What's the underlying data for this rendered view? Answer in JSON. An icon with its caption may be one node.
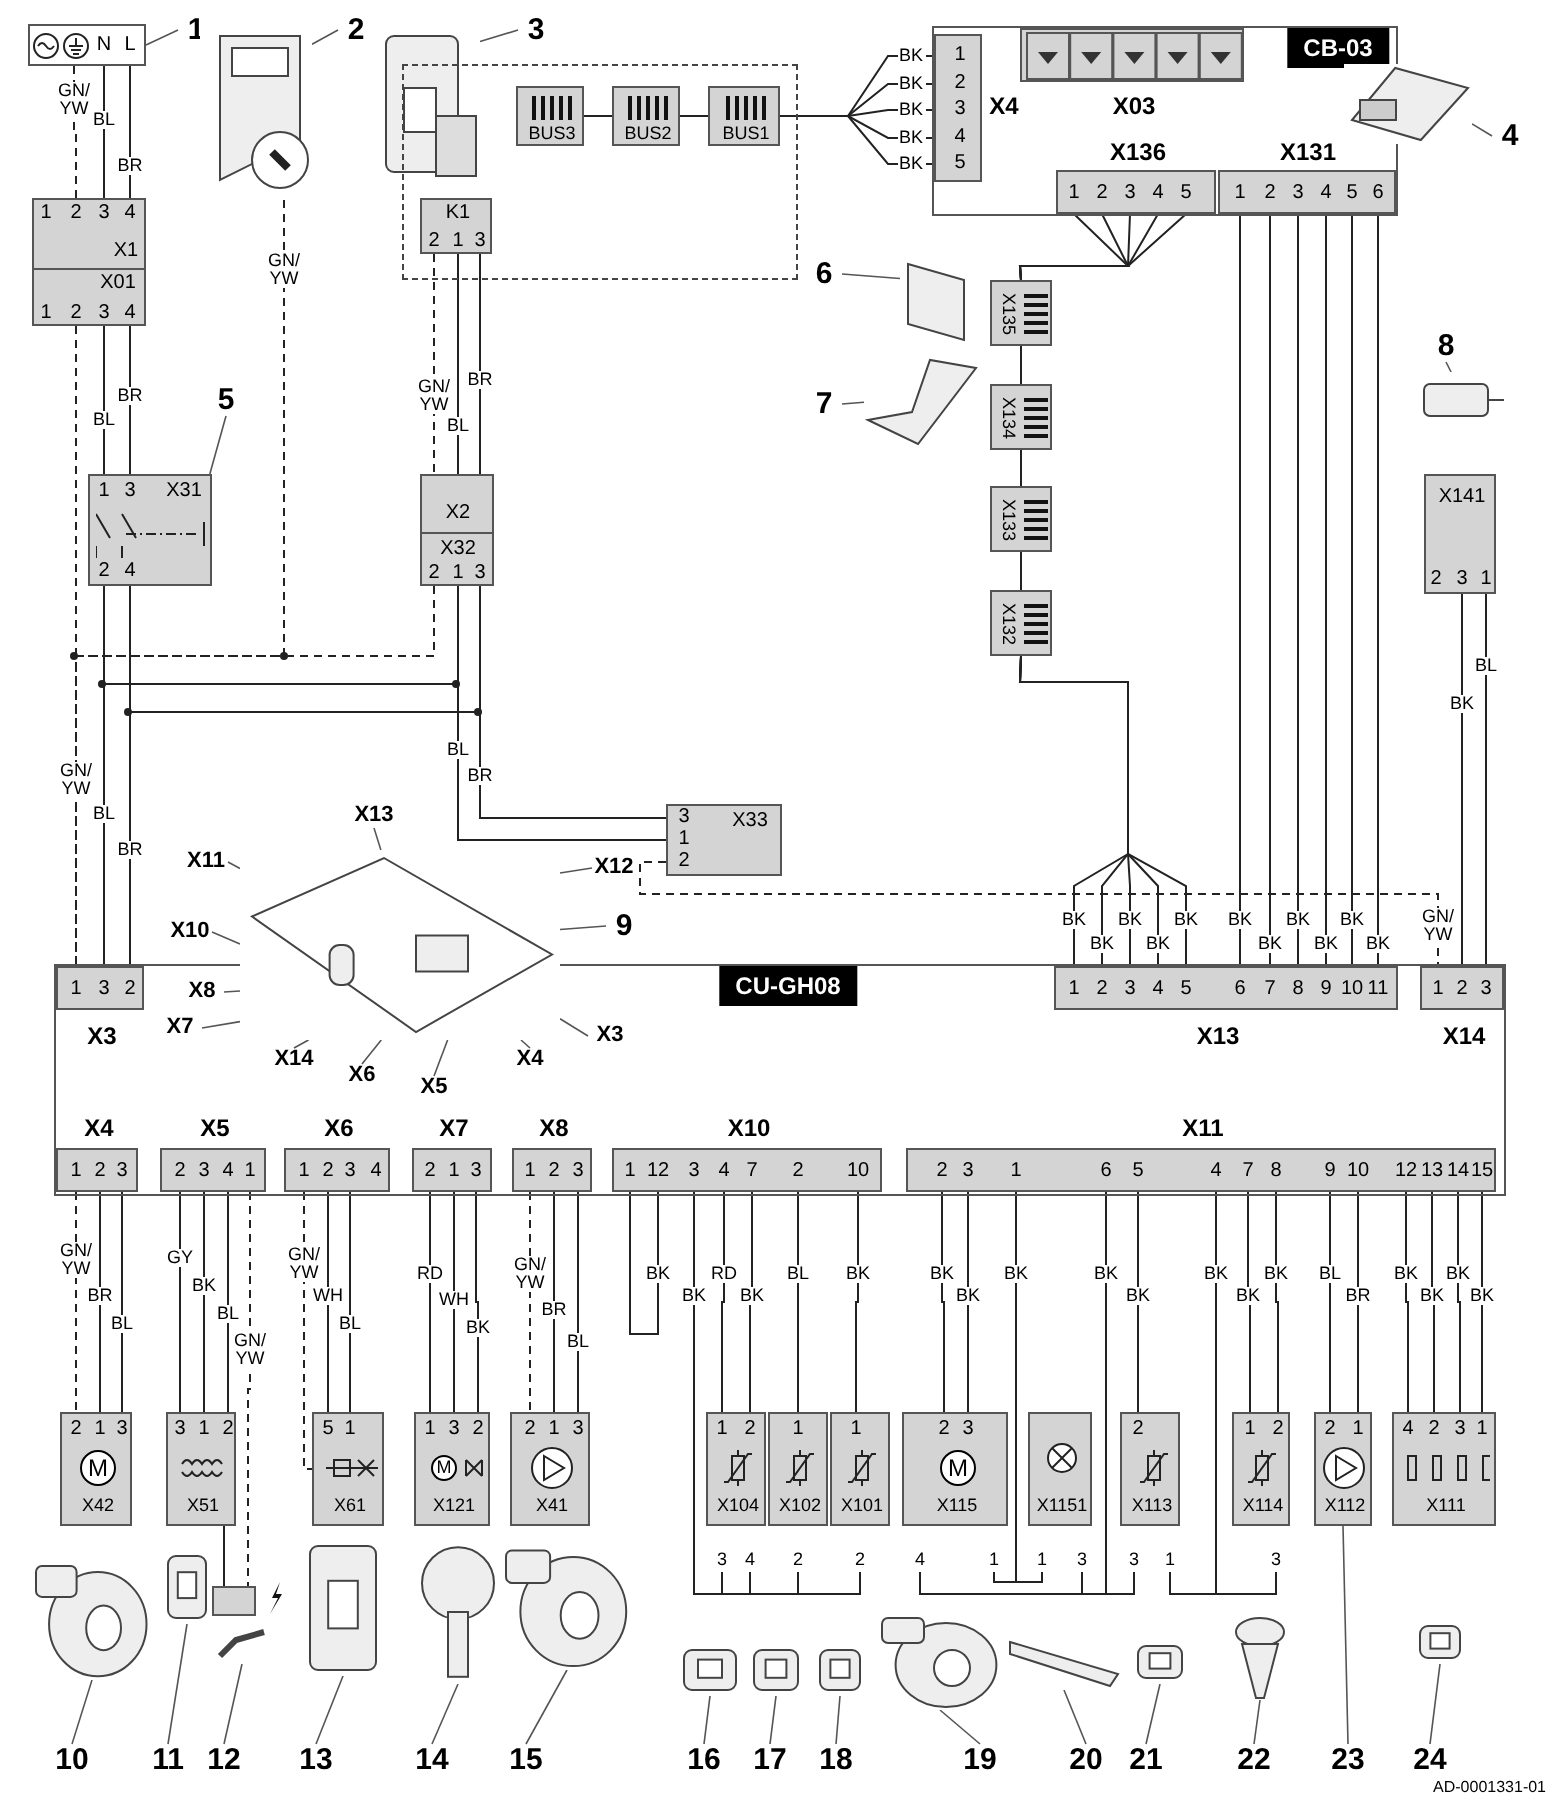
{
  "diagram": {
    "nodes": [
      {
        "text": [
          "N",
          "L"
        ]
      },
      {
        "text": [
          "1"
        ]
      },
      {
        "text": [],
        "shape": "picture"
      },
      {
        "text": [
          "2"
        ]
      },
      {
        "text": [],
        "shape": "picture"
      },
      {
        "text": [
          "3"
        ]
      },
      {
        "text": [],
        "shape": "box"
      },
      {
        "text": [
          "BUS3"
        ],
        "in": 6
      },
      {
        "text": [
          "BUS2"
        ],
        "in": 6
      },
      {
        "text": [
          "BUS1"
        ],
        "in": 6
      },
      {
        "text": [
          "K1",
          "2",
          "1",
          "3"
        ],
        "in": 6
      },
      {
        "text": [
          "CB-03"
        ]
      },
      {
        "text": [
          "1",
          "2",
          "3",
          "4",
          "5",
          "X4"
        ],
        "in": 11
      },
      {
        "text": [
          "X03"
        ],
        "in": 11
      },
      {
        "text": [
          "X136",
          "1",
          "2",
          "3",
          "4",
          "5"
        ],
        "in": 11
      },
      {
        "text": [
          "X131",
          "1",
          "2",
          "3",
          "4",
          "5",
          "6"
        ],
        "in": 11
      },
      {
        "text": [],
        "shape": "picture"
      },
      {
        "text": [
          "4"
        ]
      },
      {
        "text": [
          "1",
          "2",
          "3",
          "4",
          "X1",
          "X01",
          "1",
          "2",
          "3",
          "4"
        ]
      },
      {
        "text": [
          "6"
        ]
      },
      {
        "text": [],
        "shape": "picture"
      },
      {
        "text": [
          "7"
        ]
      },
      {
        "text": [],
        "shape": "picture"
      },
      {
        "text": [
          "X135"
        ]
      },
      {
        "text": [
          "X134"
        ]
      },
      {
        "text": [
          "X133"
        ]
      },
      {
        "text": [
          "X132"
        ]
      },
      {
        "text": [
          "5"
        ]
      },
      {
        "text": [
          "1",
          "3",
          "X31",
          "2",
          "4"
        ]
      },
      {
        "text": [
          "X2",
          "X32",
          "2",
          "1",
          "3"
        ]
      },
      {
        "text": [
          "8"
        ]
      },
      {
        "text": [],
        "shape": "picture"
      },
      {
        "text": [
          "X141",
          "2",
          "3",
          "1"
        ]
      },
      {
        "text": [
          "3",
          "1",
          "2",
          "X33"
        ]
      },
      {
        "text": [
          "CU-GH08"
        ]
      },
      {
        "text": [
          "1",
          "3",
          "2",
          "X3"
        ],
        "in": 34
      },
      {
        "text": [
          "1",
          "2",
          "3",
          "4",
          "5",
          "6",
          "7",
          "8",
          "9",
          "10",
          "11",
          "X13"
        ],
        "in": 34
      },
      {
        "text": [
          "1",
          "2",
          "3",
          "X14"
        ],
        "in": 34
      },
      {
        "text": [],
        "shape": "picture"
      },
      {
        "text": [
          "9"
        ]
      },
      {
        "text": [
          "X13"
        ]
      },
      {
        "text": [
          "X11"
        ]
      },
      {
        "text": [
          "X12"
        ]
      },
      {
        "text": [
          "X10"
        ]
      },
      {
        "text": [
          "X8"
        ],
        "in": 34
      },
      {
        "text": [
          "X7"
        ],
        "in": 34
      },
      {
        "text": [
          "X3"
        ],
        "in": 34
      },
      {
        "text": [
          "X14"
        ],
        "in": 34
      },
      {
        "text": [
          "X4"
        ],
        "in": 34
      },
      {
        "text": [
          "X6"
        ],
        "in": 34
      },
      {
        "text": [
          "X5"
        ],
        "in": 34
      },
      {
        "text": [
          "X4",
          "1",
          "2",
          "3"
        ],
        "in": 34
      },
      {
        "text": [
          "X5",
          "2",
          "3",
          "4",
          "1"
        ],
        "in": 34
      },
      {
        "text": [
          "X6",
          "1",
          "2",
          "3",
          "4"
        ],
        "in": 34
      },
      {
        "text": [
          "X7",
          "2",
          "1",
          "3"
        ],
        "in": 34
      },
      {
        "text": [
          "X8",
          "1",
          "2",
          "3"
        ],
        "in": 34
      },
      {
        "text": [
          "X10",
          "1",
          "12",
          "3",
          "4",
          "7",
          "2",
          "10"
        ],
        "in": 34
      },
      {
        "text": [
          "X11",
          "2",
          "3",
          "1",
          "6",
          "5",
          "4",
          "7",
          "8",
          "9",
          "10",
          "12",
          "13",
          "14",
          "15"
        ],
        "in": 34
      },
      {
        "text": [
          "2",
          "1",
          "3",
          "M",
          "X42"
        ]
      },
      {
        "text": [
          "3",
          "1",
          "2",
          "X51"
        ]
      },
      {
        "text": [
          "5",
          "1",
          "X61"
        ]
      },
      {
        "text": [
          "1",
          "3",
          "2",
          "M",
          "X121"
        ]
      },
      {
        "text": [
          "2",
          "1",
          "3",
          "X41"
        ]
      },
      {
        "text": [
          "1",
          "2",
          "X104",
          "3",
          "4"
        ]
      },
      {
        "text": [
          "1",
          "X102",
          "2"
        ]
      },
      {
        "text": [
          "1",
          "X101",
          "2"
        ]
      },
      {
        "text": [
          "2",
          "3",
          "M",
          "X115",
          "4",
          "1"
        ]
      },
      {
        "text": [
          "X1151",
          "1",
          "3"
        ]
      },
      {
        "text": [
          "2",
          "X113",
          "3",
          "1"
        ]
      },
      {
        "text": [
          "1",
          "2",
          "X114",
          "3"
        ]
      },
      {
        "text": [
          "2",
          "1",
          "X112"
        ]
      },
      {
        "text": [
          "4",
          "2",
          "3",
          "1",
          "X111"
        ]
      },
      {
        "text": [],
        "shape": "box"
      },
      {
        "text": [],
        "shape": "picture"
      },
      {
        "text": [],
        "shape": "picture"
      },
      {
        "text": [],
        "shape": "picture"
      },
      {
        "text": [],
        "shape": "picture"
      },
      {
        "text": [],
        "shape": "picture"
      },
      {
        "text": [],
        "shape": "picture"
      },
      {
        "text": [],
        "shape": "picture"
      },
      {
        "text": [],
        "shape": "picture"
      },
      {
        "text": [],
        "shape": "picture"
      },
      {
        "text": [],
        "shape": "picture"
      },
      {
        "text": [],
        "shape": "picture"
      },
      {
        "text": [],
        "shape": "picture"
      },
      {
        "text": [],
        "shape": "picture"
      },
      {
        "text": [],
        "shape": "picture"
      },
      {
        "text": [
          "10"
        ]
      },
      {
        "text": [
          "11"
        ]
      },
      {
        "text": [
          "12"
        ]
      },
      {
        "text": [
          "13"
        ]
      },
      {
        "text": [
          "14"
        ]
      },
      {
        "text": [
          "15"
        ]
      },
      {
        "text": [
          "16"
        ]
      },
      {
        "text": [
          "17"
        ]
      },
      {
        "text": [
          "18"
        ]
      },
      {
        "text": [
          "19"
        ]
      },
      {
        "text": [
          "20"
        ]
      },
      {
        "text": [
          "21"
        ]
      },
      {
        "text": [
          "22"
        ]
      },
      {
        "text": [
          "23"
        ]
      },
      {
        "text": [
          "24"
        ]
      }
    ],
    "edges": [
      {
        "from": 1,
        "to": 0,
        "arrow": "none"
      },
      {
        "from": 3,
        "to": 2,
        "arrow": "none"
      },
      {
        "from": 5,
        "to": 4,
        "arrow": "none"
      },
      {
        "from": 17,
        "to": 16,
        "arrow": "none"
      },
      {
        "from": 19,
        "to": 20,
        "arrow": "none"
      },
      {
        "from": 21,
        "to": 22,
        "arrow": "none"
      },
      {
        "from": 27,
        "to": 28,
        "arrow": "none"
      },
      {
        "from": 30,
        "to": 31,
        "arrow": "none"
      },
      {
        "from": 39,
        "to": 38,
        "arrow": "none"
      },
      {
        "from": 40,
        "to": 38,
        "arrow": "none"
      },
      {
        "from": 41,
        "to": 38,
        "arrow": "none"
      },
      {
        "from": 42,
        "to": 38,
        "arrow": "none"
      },
      {
        "from": 43,
        "to": 38,
        "arrow": "none"
      },
      {
        "from": 44,
        "to": 38,
        "arrow": "none"
      },
      {
        "from": 45,
        "to": 38,
        "arrow": "none"
      },
      {
        "from": 46,
        "to": 38,
        "arrow": "none"
      },
      {
        "from": 47,
        "to": 38,
        "arrow": "none"
      },
      {
        "from": 48,
        "to": 38,
        "arrow": "none"
      },
      {
        "from": 49,
        "to": 38,
        "arrow": "none"
      },
      {
        "from": 50,
        "to": 38,
        "arrow": "none"
      },
      {
        "from": 87,
        "to": 73,
        "arrow": "none"
      },
      {
        "from": 88,
        "to": 74,
        "arrow": "none"
      },
      {
        "from": 89,
        "to": 75,
        "arrow": "none"
      },
      {
        "from": 90,
        "to": 76,
        "arrow": "none"
      },
      {
        "from": 91,
        "to": 77,
        "arrow": "none"
      },
      {
        "from": 92,
        "to": 78,
        "arrow": "none"
      },
      {
        "from": 93,
        "to": 79,
        "arrow": "none"
      },
      {
        "from": 94,
        "to": 80,
        "arrow": "none"
      },
      {
        "from": 95,
        "to": 81,
        "arrow": "none"
      },
      {
        "from": 96,
        "to": 82,
        "arrow": "none"
      },
      {
        "from": 97,
        "to": 83,
        "arrow": "none"
      },
      {
        "from": 98,
        "to": 84,
        "arrow": "none"
      },
      {
        "from": 99,
        "to": 85,
        "arrow": "none"
      },
      {
        "from": 100,
        "to": 70,
        "arrow": "none"
      },
      {
        "from": 101,
        "to": 86,
        "arrow": "none"
      },
      {
        "from": 0,
        "to": 18,
        "arrow": "none",
        "label": "GN/YW",
        "style": "dashed"
      },
      {
        "from": 0,
        "to": 18,
        "arrow": "none",
        "label": "BL"
      },
      {
        "from": 0,
        "to": 18,
        "arrow": "none",
        "label": "BR"
      },
      {
        "from": 18,
        "to": 28,
        "arrow": "none",
        "label": "BL"
      },
      {
        "from": 18,
        "to": 28,
        "arrow": "none",
        "label": "BR"
      },
      {
        "from": 18,
        "to": 35,
        "arrow": "none",
        "label": "GN/YW",
        "style": "dashed"
      },
      {
        "from": 28,
        "to": 35,
        "arrow": "none",
        "label": "BL"
      },
      {
        "from": 28,
        "to": 35,
        "arrow": "none",
        "label": "BR"
      },
      {
        "from": 2,
        "to": 35,
        "arrow": "none",
        "label": "GN/YW",
        "style": "dashed"
      },
      {
        "from": 10,
        "to": 29,
        "arrow": "none",
        "label": "GN/YW",
        "style": "dashed"
      },
      {
        "from": 10,
        "to": 29,
        "arrow": "none",
        "label": "BL"
      },
      {
        "from": 10,
        "to": 29,
        "arrow": "none",
        "label": "BR"
      },
      {
        "from": 29,
        "to": 35,
        "arrow": "none",
        "style": "dashed"
      },
      {
        "from": 29,
        "to": 35,
        "arrow": "none"
      },
      {
        "from": 29,
        "to": 35,
        "arrow": "none"
      },
      {
        "from": 29,
        "to": 33,
        "arrow": "none",
        "label": "BL"
      },
      {
        "from": 29,
        "to": 33,
        "arrow": "none",
        "label": "BR"
      },
      {
        "from": 33,
        "to": 37,
        "arrow": "none",
        "label": "GN/YW",
        "style": "dashed"
      },
      {
        "from": 7,
        "to": 8,
        "arrow": "none"
      },
      {
        "from": 8,
        "to": 9,
        "arrow": "none"
      },
      {
        "from": 9,
        "to": 12,
        "arrow": "none",
        "label": "BK"
      },
      {
        "from": 9,
        "to": 12,
        "arrow": "none",
        "label": "BK"
      },
      {
        "from": 9,
        "to": 12,
        "arrow": "none",
        "label": "BK"
      },
      {
        "from": 9,
        "to": 12,
        "arrow": "none",
        "label": "BK"
      },
      {
        "from": 9,
        "to": 12,
        "arrow": "none",
        "label": "BK"
      },
      {
        "from": 14,
        "to": 23,
        "arrow": "none"
      },
      {
        "from": 14,
        "to": 23,
        "arrow": "none"
      },
      {
        "from": 14,
        "to": 23,
        "arrow": "none"
      },
      {
        "from": 14,
        "to": 23,
        "arrow": "none"
      },
      {
        "from": 14,
        "to": 23,
        "arrow": "none"
      },
      {
        "from": 23,
        "to": 24,
        "arrow": "none"
      },
      {
        "from": 24,
        "to": 25,
        "arrow": "none"
      },
      {
        "from": 25,
        "to": 26,
        "arrow": "none"
      },
      {
        "from": 26,
        "to": 36,
        "arrow": "none",
        "label": "BK"
      },
      {
        "from": 26,
        "to": 36,
        "arrow": "none",
        "label": "BK"
      },
      {
        "from": 26,
        "to": 36,
        "arrow": "none",
        "label": "BK"
      },
      {
        "from": 26,
        "to": 36,
        "arrow": "none",
        "label": "BK"
      },
      {
        "from": 26,
        "to": 36,
        "arrow": "none",
        "label": "BK"
      },
      {
        "from": 15,
        "to": 36,
        "arrow": "none",
        "label": "BK"
      },
      {
        "from": 15,
        "to": 36,
        "arrow": "none",
        "label": "BK"
      },
      {
        "from": 15,
        "to": 36,
        "arrow": "none",
        "label": "BK"
      },
      {
        "from": 15,
        "to": 36,
        "arrow": "none",
        "label": "BK"
      },
      {
        "from": 15,
        "to": 36,
        "arrow": "none",
        "label": "BK"
      },
      {
        "from": 15,
        "to": 36,
        "arrow": "none",
        "label": "BK"
      },
      {
        "from": 32,
        "to": 37,
        "arrow": "none",
        "label": "BK"
      },
      {
        "from": 32,
        "to": 37,
        "arrow": "none",
        "label": "BL"
      },
      {
        "from": 51,
        "to": 58,
        "arrow": "none",
        "label": "GN/YW",
        "style": "dashed"
      },
      {
        "from": 51,
        "to": 58,
        "arrow": "none",
        "label": "BR"
      },
      {
        "from": 51,
        "to": 58,
        "arrow": "none",
        "label": "BL"
      },
      {
        "from": 52,
        "to": 59,
        "arrow": "none",
        "label": "GY"
      },
      {
        "from": 52,
        "to": 59,
        "arrow": "none",
        "label": "BK"
      },
      {
        "from": 52,
        "to": 59,
        "arrow": "none",
        "label": "BL"
      },
      {
        "from": 52,
        "to": 72,
        "arrow": "none",
        "label": "GN/YW",
        "style": "dashed"
      },
      {
        "from": 59,
        "to": 72,
        "arrow": "none"
      },
      {
        "from": 53,
        "to": 60,
        "arrow": "none",
        "label": "GN/YW",
        "style": "dashed"
      },
      {
        "from": 53,
        "to": 60,
        "arrow": "none",
        "label": "WH"
      },
      {
        "from": 53,
        "to": 60,
        "arrow": "none",
        "label": "BL"
      },
      {
        "from": 54,
        "to": 61,
        "arrow": "none",
        "label": "RD"
      },
      {
        "from": 54,
        "to": 61,
        "arrow": "none",
        "label": "WH"
      },
      {
        "from": 54,
        "to": 61,
        "arrow": "none",
        "label": "BK"
      },
      {
        "from": 55,
        "to": 62,
        "arrow": "none",
        "label": "GN/YW",
        "style": "dashed"
      },
      {
        "from": 55,
        "to": 62,
        "arrow": "none",
        "label": "BR"
      },
      {
        "from": 55,
        "to": 62,
        "arrow": "none",
        "label": "BL"
      },
      {
        "from": 56,
        "to": 56,
        "arrow": "none",
        "label": "BK"
      },
      {
        "from": 56,
        "to": 63,
        "arrow": "none",
        "label": "BK"
      },
      {
        "from": 56,
        "to": 63,
        "arrow": "none"
      },
      {
        "from": 56,
        "to": 64,
        "arrow": "none"
      },
      {
        "from": 56,
        "to": 65,
        "arrow": "none"
      },
      {
        "from": 56,
        "to": 63,
        "arrow": "none",
        "label": "RD"
      },
      {
        "from": 56,
        "to": 63,
        "arrow": "none",
        "label": "BK"
      },
      {
        "from": 56,
        "to": 64,
        "arrow": "none",
        "label": "BL"
      },
      {
        "from": 56,
        "to": 65,
        "arrow": "none",
        "label": "BK"
      },
      {
        "from": 57,
        "to": 66,
        "arrow": "none",
        "label": "BK"
      },
      {
        "from": 57,
        "to": 66,
        "arrow": "none",
        "label": "BK"
      },
      {
        "from": 57,
        "to": 66,
        "arrow": "none",
        "label": "BK"
      },
      {
        "from": 57,
        "to": 67,
        "arrow": "none"
      },
      {
        "from": 57,
        "to": 66,
        "arrow": "none",
        "label": "BK"
      },
      {
        "from": 57,
        "to": 67,
        "arrow": "none"
      },
      {
        "from": 57,
        "to": 68,
        "arrow": "none"
      },
      {
        "from": 57,
        "to": 68,
        "arrow": "none",
        "label": "BK"
      },
      {
        "from": 57,
        "to": 68,
        "arrow": "none",
        "label": "BK"
      },
      {
        "from": 57,
        "to": 69,
        "arrow": "none"
      },
      {
        "from": 57,
        "to": 69,
        "arrow": "none",
        "label": "BK"
      },
      {
        "from": 57,
        "to": 69,
        "arrow": "none",
        "label": "BK"
      },
      {
        "from": 57,
        "to": 70,
        "arrow": "none",
        "label": "BL"
      },
      {
        "from": 57,
        "to": 70,
        "arrow": "none",
        "label": "BR"
      },
      {
        "from": 57,
        "to": 71,
        "arrow": "none",
        "label": "BK"
      },
      {
        "from": 57,
        "to": 71,
        "arrow": "none",
        "label": "BK"
      },
      {
        "from": 57,
        "to": 71,
        "arrow": "none",
        "label": "BK"
      },
      {
        "from": 57,
        "to": 71,
        "arrow": "none",
        "label": "BK"
      }
    ],
    "labels": [
      "AD-0001331-01"
    ]
  }
}
